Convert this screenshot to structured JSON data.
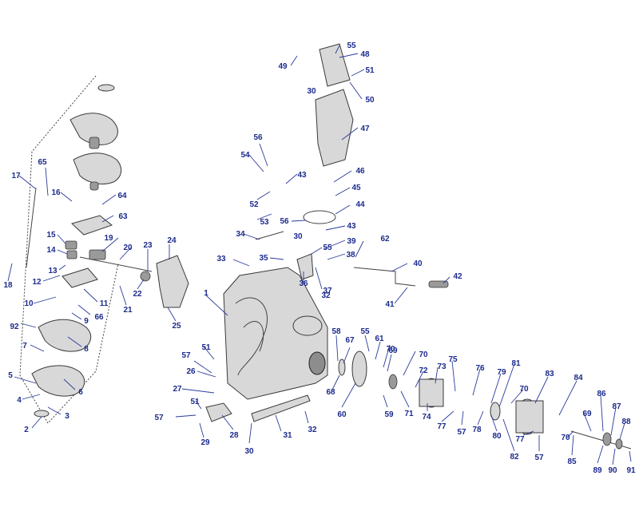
{
  "callouts": [
    "1",
    "2",
    "3",
    "4",
    "5",
    "6",
    "7",
    "8",
    "9",
    "10",
    "11",
    "12",
    "13",
    "14",
    "15",
    "16",
    "17",
    "18",
    "19",
    "20",
    "21",
    "22",
    "23",
    "24",
    "25",
    "26",
    "27",
    "28",
    "29",
    "30",
    "30",
    "30",
    "31",
    "32",
    "32",
    "33",
    "34",
    "35",
    "36",
    "37",
    "38",
    "39",
    "40",
    "41",
    "42",
    "43",
    "43",
    "44",
    "45",
    "46",
    "47",
    "48",
    "49",
    "50",
    "51",
    "51",
    "51",
    "52",
    "53",
    "54",
    "55",
    "55",
    "55",
    "56",
    "56",
    "57",
    "57",
    "57",
    "57",
    "58",
    "59",
    "60",
    "61",
    "62",
    "63",
    "64",
    "65",
    "66",
    "67",
    "68",
    "69",
    "69",
    "70",
    "70",
    "70",
    "70",
    "71",
    "72",
    "73",
    "74",
    "75",
    "76",
    "77",
    "77",
    "78",
    "79",
    "80",
    "81",
    "82",
    "83",
    "84",
    "85",
    "86",
    "87",
    "88",
    "89",
    "90",
    "91",
    "92"
  ]
}
